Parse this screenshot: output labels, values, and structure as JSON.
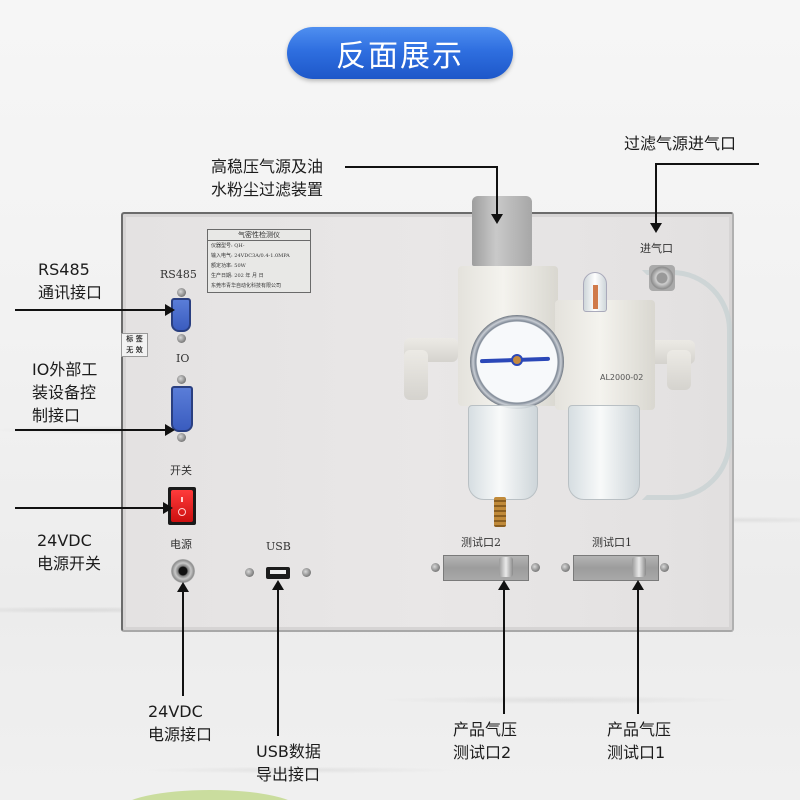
{
  "header": {
    "title": "反面展示",
    "title_color": "#2f6fe0"
  },
  "nameplate": {
    "title": "气密性检测仪",
    "rows": [
      "仪器型号: QH-",
      "输入电气: 24VDC3A/0.4-1.0MPA",
      "额定功率: 50W",
      "生产日期: 202  年    月    日",
      "东莞市青华自动化科技有限公司"
    ]
  },
  "panel_labels": {
    "rs485": "RS485",
    "io": "IO",
    "switch": "开关",
    "power": "电源",
    "usb": "USB",
    "inlet": "进气口",
    "test_port_2": "测试口2",
    "test_port_1": "测试口1",
    "sticker_line1": "标 签",
    "sticker_line2": "无 效",
    "regulator_model": "AL2000-02"
  },
  "annotations": {
    "regulator": [
      "高稳压气源及油",
      "水粉尘过滤装置"
    ],
    "filtered_inlet": [
      "过滤气源进气口"
    ],
    "rs485": [
      "RS485",
      "通讯接口"
    ],
    "io": [
      "IO外部工",
      "装设备控",
      "制接口"
    ],
    "power_switch": [
      "24VDC",
      "电源开关"
    ],
    "power_jack": [
      "24VDC",
      "电源接口"
    ],
    "usb": [
      "USB数据",
      "导出接口"
    ],
    "test_port_2": [
      "产品气压",
      "测试口2"
    ],
    "test_port_1": [
      "产品气压",
      "测试口1"
    ]
  },
  "icons": {
    "pressure_gauge": "gauge-icon",
    "arrow": "arrow-icon"
  }
}
